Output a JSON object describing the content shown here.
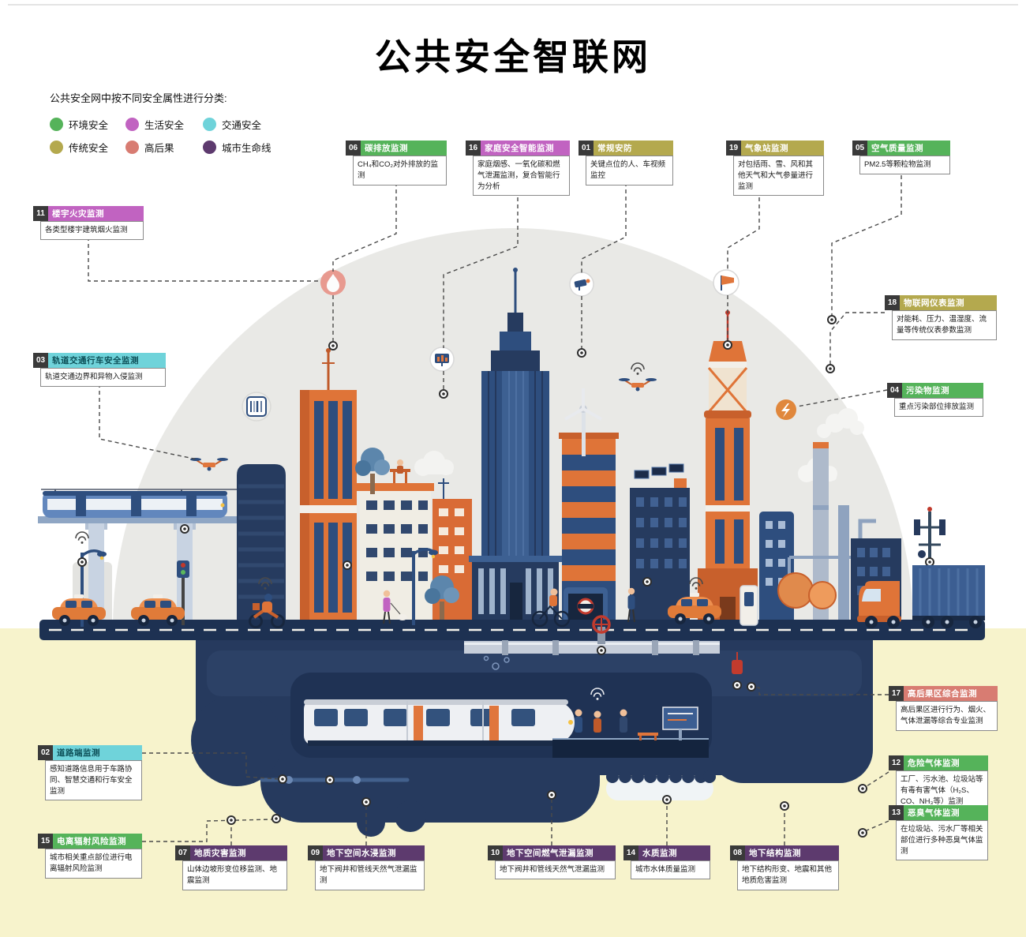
{
  "title": "公共安全智联网",
  "legend": {
    "intro": "公共安全网中按不同安全属性进行分类:"
  },
  "categories": {
    "environment": {
      "label": "环境安全",
      "color": "#55b35a",
      "text": "#ffffff"
    },
    "life": {
      "label": "生活安全",
      "color": "#c163c1",
      "text": "#ffffff"
    },
    "traffic": {
      "label": "交通安全",
      "color": "#6fd3da",
      "text": "#0d4f57"
    },
    "traditional": {
      "label": "传统安全",
      "color": "#b4a94e",
      "text": "#ffffff"
    },
    "high_consequence": {
      "label": "高后果",
      "color": "#d87c72",
      "text": "#ffffff"
    },
    "lifeline": {
      "label": "城市生命线",
      "color": "#5d3a6e",
      "text": "#ffffff"
    }
  },
  "colors": {
    "badge": "#3a3a3a",
    "dome": "#E9E9E6",
    "ground": "#F7F3CC",
    "road": "#1D3152",
    "underground": "#263A5E",
    "building_navy": "#2E4E7E",
    "building_orange": "#DF7438"
  },
  "icons": {
    "flame-icon": "flame in salmon circle",
    "monitor-icon": "screen with chart in white circle",
    "cctv-camera-icon": "surveillance camera in white circle",
    "windsock-icon": "windsock in white circle",
    "barcode-scanner-icon": "barcode panel in grey circle",
    "spark-icon": "electric spark in orange circle",
    "drone-icon": "quadcopter drone",
    "wifi-icon": "wireless signal arcs",
    "sensor-node": "black and white sensor dot"
  },
  "callouts": [
    {
      "num": "06",
      "title": "碳排放监测",
      "desc": "CH₄和CO₂对外排放的监测"
    },
    {
      "num": "16",
      "title": "家庭安全智能监测",
      "desc": "家庭烟感、一氧化碳和燃气泄漏监测，复合智能行为分析"
    },
    {
      "num": "01",
      "title": "常规安防",
      "desc": "关键点位的人、车视频监控"
    },
    {
      "num": "19",
      "title": "气象站监测",
      "desc": "对包括雨、雪、风和其他天气和大气参量进行监测"
    },
    {
      "num": "05",
      "title": "空气质量监测",
      "desc": "PM2.5等颗粒物监测"
    },
    {
      "num": "11",
      "title": "楼宇火灾监测",
      "desc": "各类型楼宇建筑烟火监测"
    },
    {
      "num": "03",
      "title": "轨道交通行车安全监测",
      "desc": "轨道交通边界和异物入侵监测"
    },
    {
      "num": "18",
      "title": "物联网仪表监测",
      "desc": "对能耗、压力、温湿度、流量等传统仪表参数监测"
    },
    {
      "num": "04",
      "title": "污染物监测",
      "desc": "重点污染部位排放监测"
    },
    {
      "num": "17",
      "title": "高后果区综合监测",
      "desc": "高后果区进行行为、烟火、气体泄漏等综合专业监测"
    },
    {
      "num": "12",
      "title": "危险气体监测",
      "desc": "工厂、污水池、垃圾站等有毒有害气体（H₂S、CO、NH₃等）监测"
    },
    {
      "num": "13",
      "title": "恶臭气体监测",
      "desc": "在垃圾站、污水厂等相关部位进行多种恶臭气体监测"
    },
    {
      "num": "02",
      "title": "道路端监测",
      "desc": "感知道路信息用于车路协同、智慧交通和行车安全监测"
    },
    {
      "num": "15",
      "title": "电离辐射风险监测",
      "desc": "城市相关重点部位进行电离辐射风险监测"
    },
    {
      "num": "07",
      "title": "地质灾害监测",
      "desc": "山体边坡形变位移监测、地震监测"
    },
    {
      "num": "09",
      "title": "地下空间水浸监测",
      "desc": "地下阀井和管线天然气泄漏监测"
    },
    {
      "num": "10",
      "title": "地下空间燃气泄漏监测",
      "desc": "地下阀井和管线天然气泄漏监测"
    },
    {
      "num": "14",
      "title": "水质监测",
      "desc": "城市水体质量监测"
    },
    {
      "num": "08",
      "title": "地下结构监测",
      "desc": "地下结构形变、地震和其他地质危害监测"
    }
  ]
}
